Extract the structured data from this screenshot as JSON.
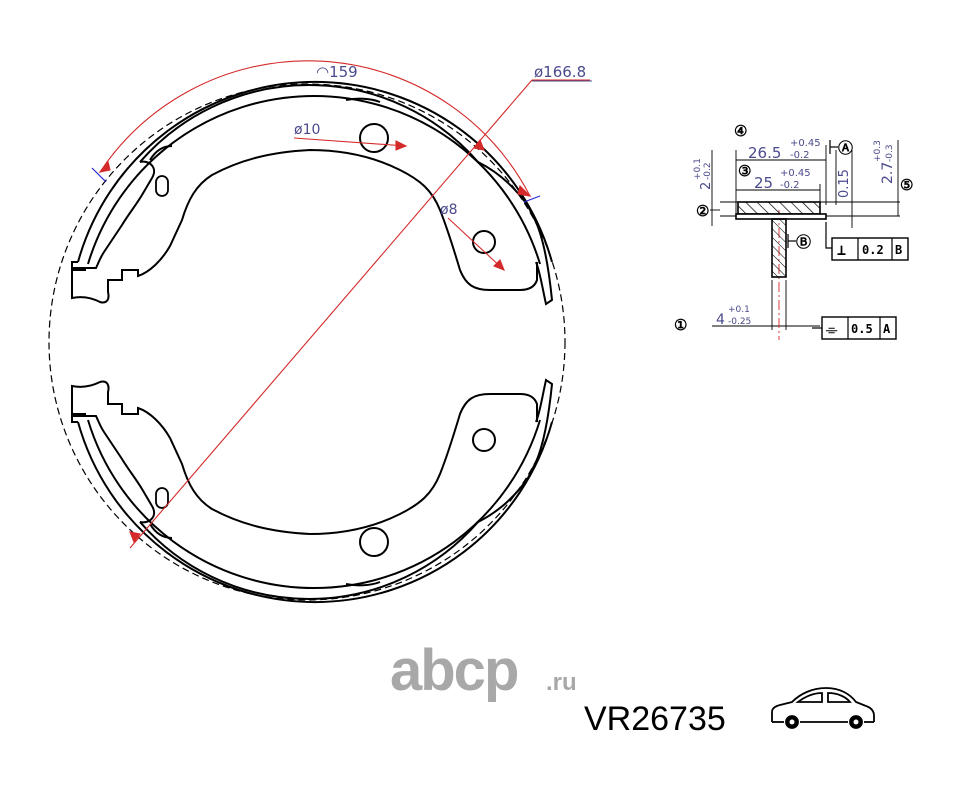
{
  "drawing": {
    "arc_length_label": "◠159",
    "diameter_outer_label": "ø166.8",
    "hole_large_label": "ø10",
    "hole_small_label": "ø8"
  },
  "section": {
    "callouts": [
      "④",
      "③",
      "②",
      "⑤",
      "①"
    ],
    "width_outer": "26.5",
    "width_outer_tol_upper": "+0.45",
    "width_outer_tol_lower": "-0.2",
    "width_inner": "25",
    "width_inner_tol_upper": "+0.45",
    "width_inner_tol_lower": "-0.2",
    "lining_thickness": "2",
    "lining_tol_upper": "+0.1",
    "lining_tol_lower": "-0.2",
    "total_thickness": "2.7",
    "total_tol_upper": "+0.3",
    "total_tol_lower": "-0.3",
    "gap": "0.15",
    "web_thickness": "4",
    "web_tol_upper": "+0.1",
    "web_tol_lower": "-0.25",
    "datum_a": "Ⓐ",
    "datum_b": "Ⓑ",
    "tolerance_perp_symbol": "⊥",
    "tolerance_perp_value": "0.2",
    "tolerance_perp_ref": "B",
    "tolerance_sym_symbol": "⌯",
    "tolerance_sym_value": "0.5",
    "tolerance_sym_ref": "A"
  },
  "branding": {
    "logo": "abcp",
    "logo_suffix": ".ru",
    "part_number": "VR26735",
    "vehicle_icon": "car-icon"
  },
  "colors": {
    "line": "#000000",
    "dimension": "#d42a2a",
    "dim_text": "#4a4a8c",
    "logo": "#a8a8a8"
  }
}
